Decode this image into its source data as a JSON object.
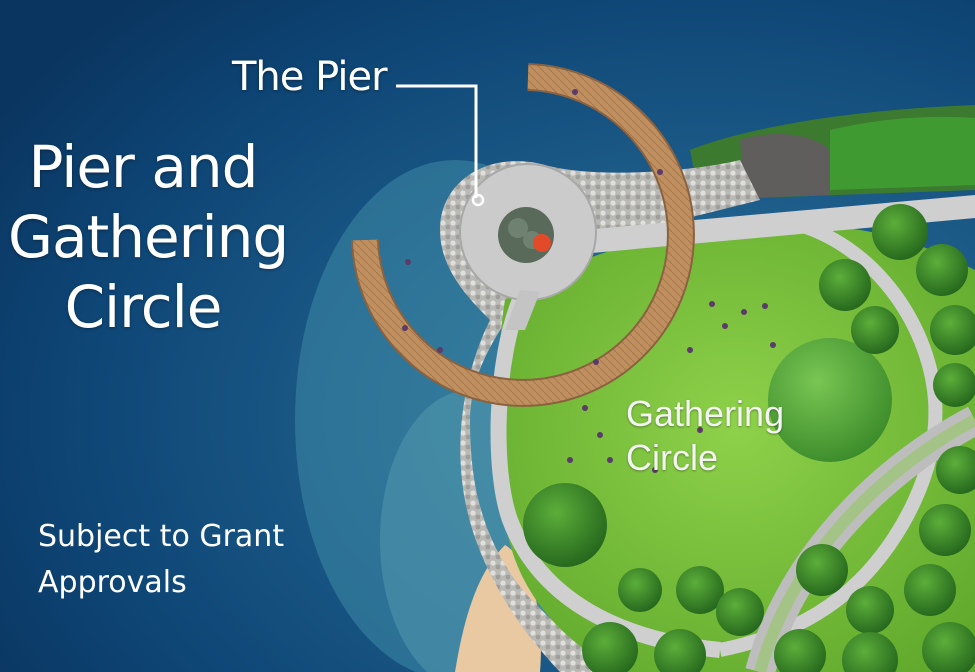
{
  "title": {
    "line1": "Pier and",
    "line2": "Gathering",
    "line3": "Circle"
  },
  "labels": {
    "pier": "The Pier",
    "gathering_line1": "Gathering",
    "gathering_line2": "Circle"
  },
  "note": {
    "line1": "Subject to Grant",
    "line2": "Approvals"
  },
  "colors": {
    "water_deep": "#0b3f6e",
    "water_shallow": "#3f86a6",
    "lawn": "#7cc13a",
    "path": "#cfcfcf",
    "boardwalk": "#b98a5a",
    "trees": "#2f7a25",
    "marker": "#e34a2a"
  }
}
